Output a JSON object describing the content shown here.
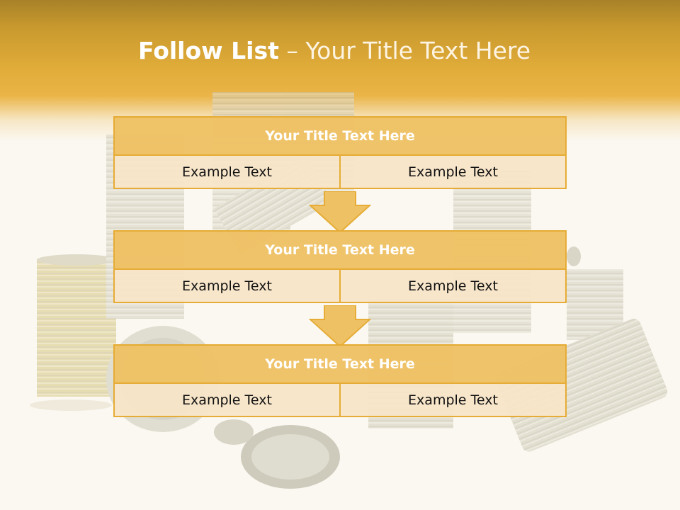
{
  "header": {
    "title_bold": "Follow List",
    "title_rest": " – Your Title Text Here"
  },
  "blocks": [
    {
      "title": "Your Title Text Here",
      "left": "Example Text",
      "right": "Example Text"
    },
    {
      "title": "Your Title Text Here",
      "left": "Example Text",
      "right": "Example Text"
    },
    {
      "title": "Your Title Text Here",
      "left": "Example Text",
      "right": "Example Text"
    }
  ],
  "colors": {
    "accent": "#e6ac35",
    "header_gold": "#e2ad3a",
    "title_fill": "#eec164",
    "cell_fill": "#f8e5c8"
  },
  "background_image": "tin-cans-photo"
}
